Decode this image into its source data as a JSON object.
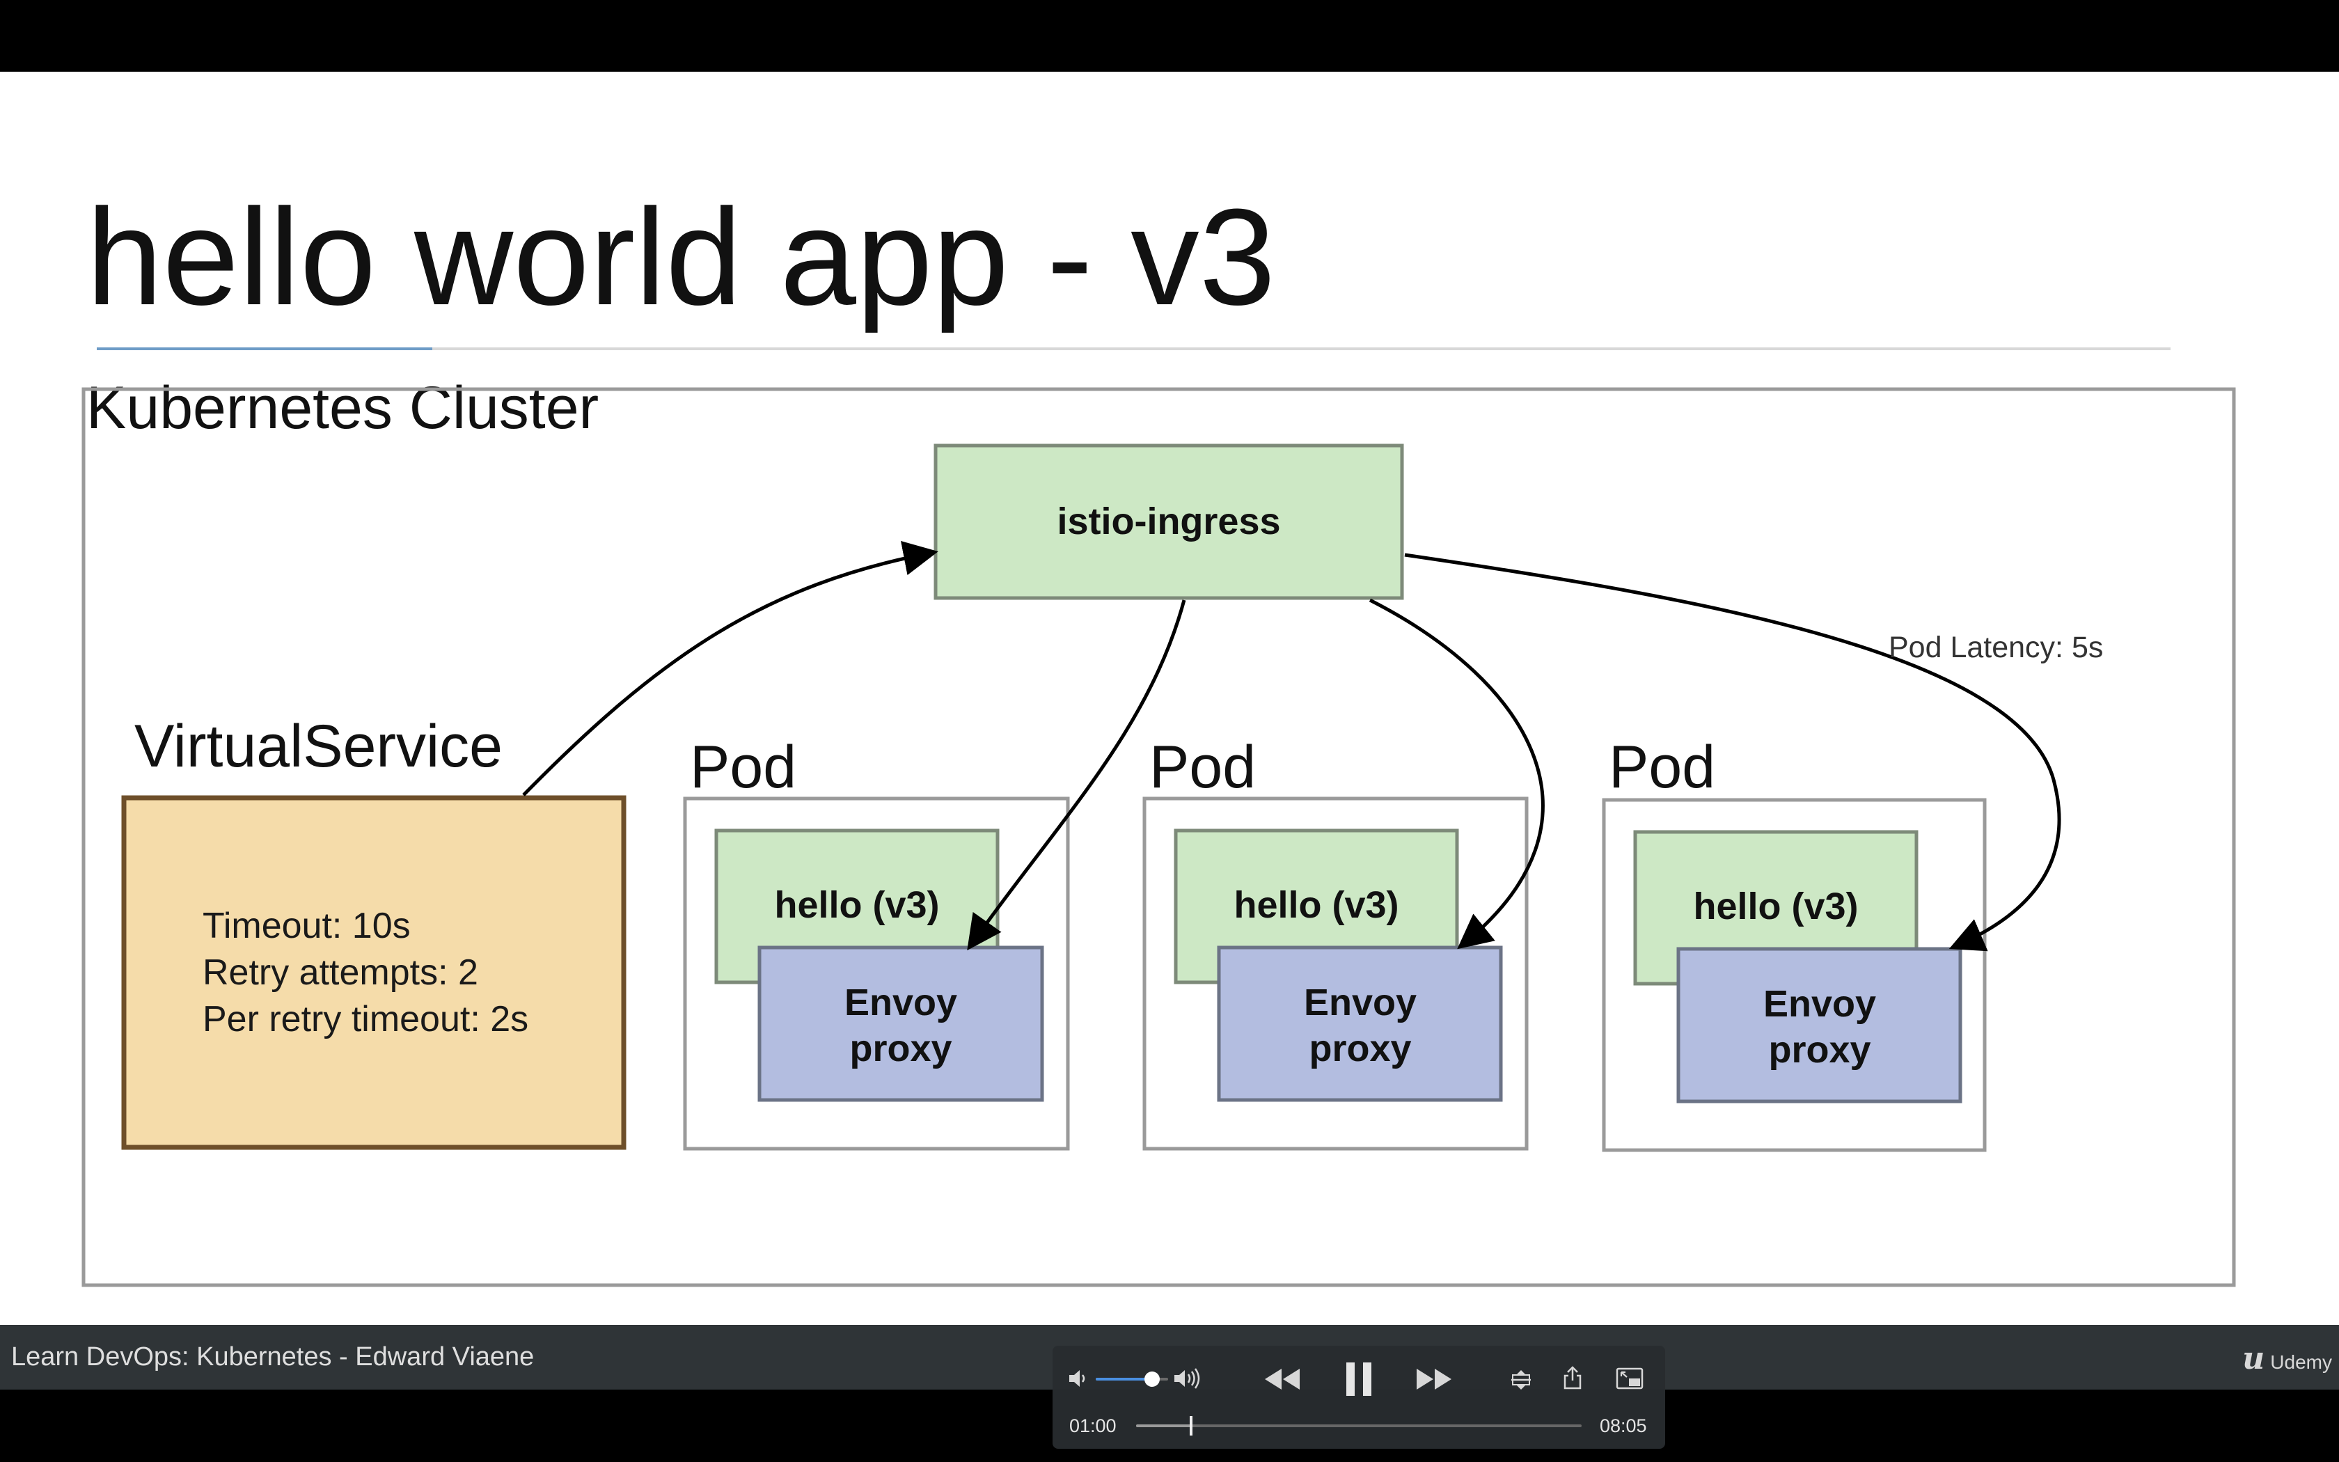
{
  "slide": {
    "title": "hello world app - v3",
    "cluster_label": "Kubernetes Cluster"
  },
  "diagram": {
    "ingress_label": "istio-ingress",
    "virtual_service": {
      "label": "VirtualService",
      "lines": [
        "Timeout: 10s",
        "Retry attempts: 2",
        "Per retry timeout: 2s"
      ]
    },
    "pods": [
      {
        "label": "Pod",
        "app_label": "hello (v3)",
        "proxy_line1": "Envoy",
        "proxy_line2": "proxy"
      },
      {
        "label": "Pod",
        "app_label": "hello (v3)",
        "proxy_line1": "Envoy",
        "proxy_line2": "proxy"
      },
      {
        "label": "Pod",
        "app_label": "hello (v3)",
        "proxy_line1": "Envoy",
        "proxy_line2": "proxy"
      }
    ],
    "latency_label": "Pod Latency: 5s"
  },
  "footer": {
    "course_title": "Learn DevOps: Kubernetes - Edward Viaene",
    "brand": "Udemy"
  },
  "player": {
    "current_time": "01:00",
    "duration": "08:05",
    "progress": 0.124,
    "volume": 0.78
  },
  "colors": {
    "ingress_fill": "#cde8c5",
    "app_fill": "#cde8c5",
    "proxy_fill": "#b3bde0",
    "virtual_service_fill": "#f5dcaa",
    "virtual_service_border": "#6e4f2a",
    "accent_blue": "#4a90e2"
  }
}
